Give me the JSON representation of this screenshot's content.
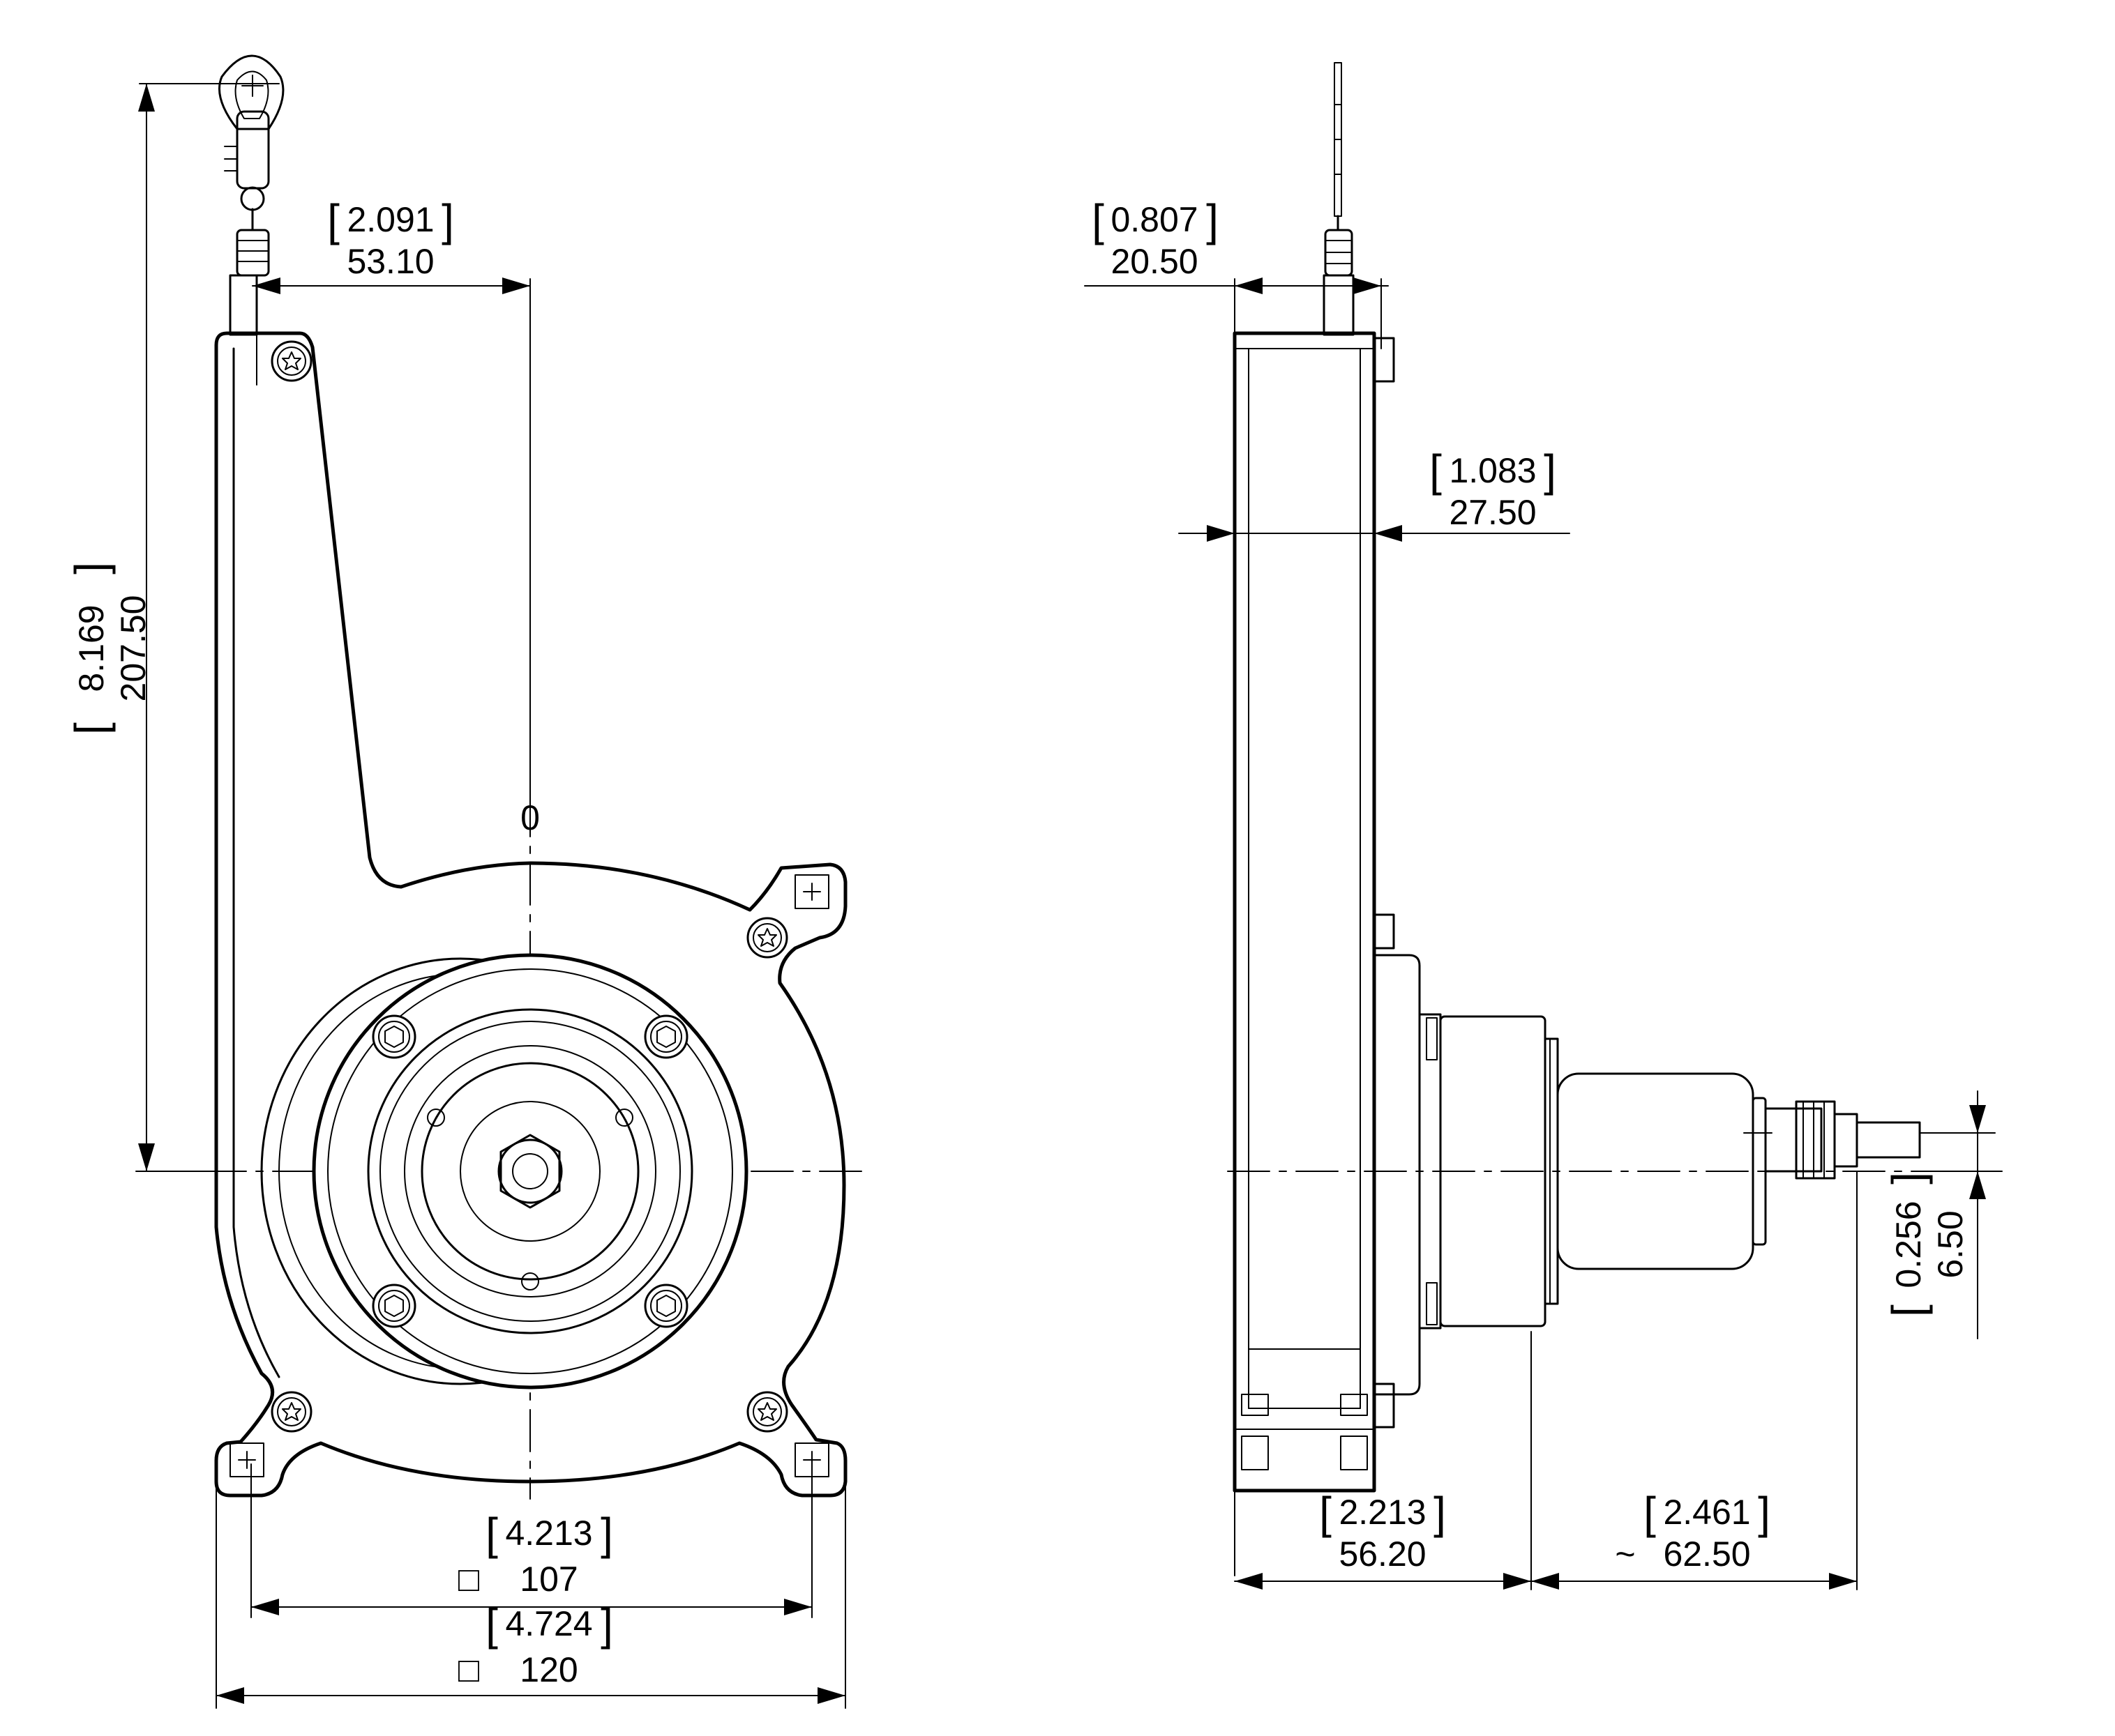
{
  "front_view": {
    "width_overall": {
      "inch": "4.724",
      "mm": "120",
      "square_symbol": "□"
    },
    "width_mounting": {
      "inch": "4.213",
      "mm": "107",
      "square_symbol": "□"
    },
    "height_to_cable": {
      "inch": "8.169",
      "mm": "207.50"
    },
    "cable_offset": {
      "inch": "2.091",
      "mm": "53.10"
    },
    "zero_label": "0"
  },
  "side_view": {
    "cable_offset": {
      "inch": "0.807",
      "mm": "20.50"
    },
    "housing_depth": {
      "inch": "1.083",
      "mm": "27.50"
    },
    "body_depth": {
      "inch": "2.213",
      "mm": "56.20"
    },
    "encoder_length": {
      "inch": "2.461",
      "mm": "62.50",
      "approx_symbol": "~"
    },
    "connector_offset": {
      "inch": "0.256",
      "mm": "6.50"
    }
  }
}
